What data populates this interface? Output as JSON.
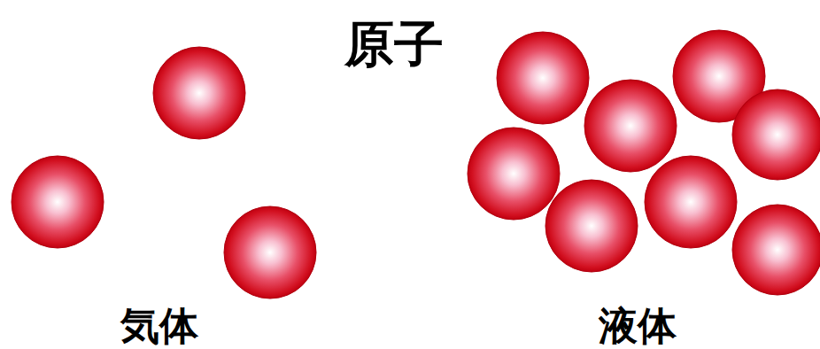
{
  "diagram": {
    "title": "原子",
    "labels": [
      "気体",
      "液体"
    ]
  }
}
